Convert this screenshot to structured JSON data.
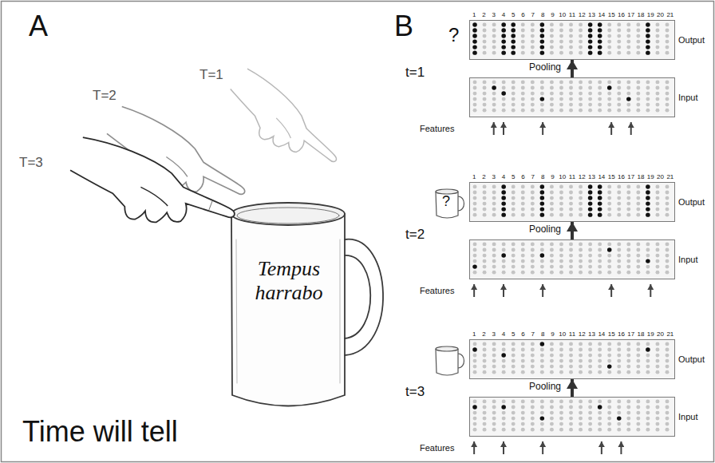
{
  "diagram": {
    "nodes": [
      {
        "text": [
          "Output"
        ]
      },
      {
        "text": [
          "Input"
        ]
      },
      {
        "text": [
          "Output"
        ]
      },
      {
        "text": [
          "Input"
        ]
      },
      {
        "text": [
          "Output"
        ]
      },
      {
        "text": [
          "Input"
        ]
      }
    ],
    "edges": [
      {
        "from": 1,
        "to": 0,
        "arrow": "to",
        "label": "Pooling"
      },
      {
        "from": 3,
        "to": 2,
        "arrow": "to",
        "label": "Pooling"
      },
      {
        "from": 5,
        "to": 4,
        "arrow": "to",
        "label": "Pooling"
      }
    ],
    "labels": [
      "A",
      "T=1",
      "T=2",
      "T=3",
      "Tempus harrabo",
      "Time will tell",
      "B",
      "t=1",
      "?",
      "1",
      "2",
      "3",
      "4",
      "5",
      "6",
      "7",
      "8",
      "9",
      "10",
      "11",
      "12",
      "13",
      "14",
      "15",
      "16",
      "17",
      "18",
      "19",
      "20",
      "21",
      "Features",
      "t=2",
      "?",
      "1",
      "2",
      "3",
      "4",
      "5",
      "6",
      "7",
      "8",
      "9",
      "10",
      "11",
      "12",
      "13",
      "14",
      "15",
      "16",
      "17",
      "18",
      "19",
      "20",
      "21",
      "Features",
      "t=3",
      "1",
      "2",
      "3",
      "4",
      "5",
      "6",
      "7",
      "8",
      "9",
      "10",
      "11",
      "12",
      "13",
      "14",
      "15",
      "16",
      "17",
      "18",
      "19",
      "20",
      "21",
      "Features"
    ]
  }
}
